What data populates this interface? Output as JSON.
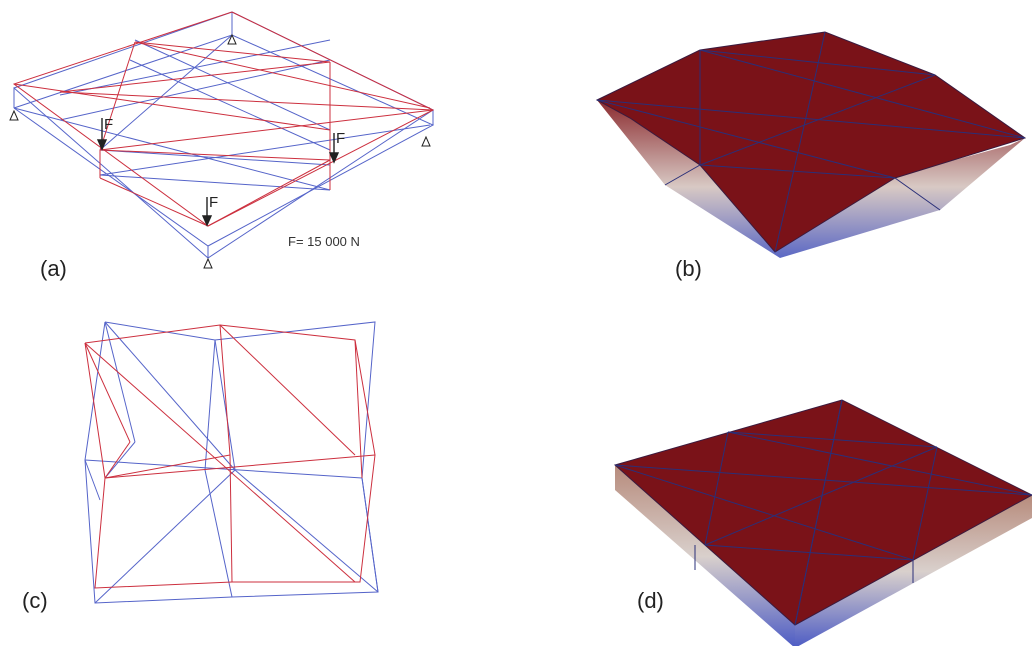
{
  "colors": {
    "top_chord": "#cc2f3e",
    "bottom_chord": "#5564c9",
    "surface_top": "#7a1218",
    "surface_edge": "#2a2f78",
    "background": "#ffffff"
  },
  "panels": {
    "a": {
      "label": "(a)",
      "force_letter": "F",
      "force_note": "F= 15 000 N"
    },
    "b": {
      "label": "(b)"
    },
    "c": {
      "label": "(c)"
    },
    "d": {
      "label": "(d)"
    }
  },
  "icons": [
    "support-triangle-icon",
    "force-arrow-icon"
  ]
}
